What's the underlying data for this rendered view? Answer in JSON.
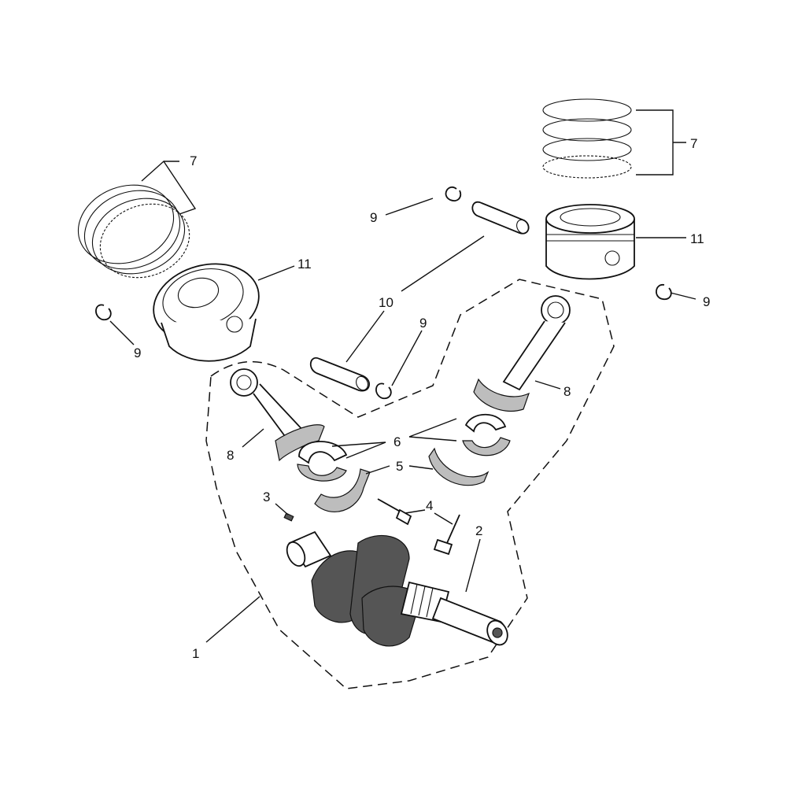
{
  "callouts": {
    "c1": "1",
    "c2": "2",
    "c3": "3",
    "c4": "4",
    "c5": "5",
    "c6": "6",
    "c7_left": "7",
    "c7_right": "7",
    "c8_left": "8",
    "c8_right": "8",
    "c9_a": "9",
    "c9_b": "9",
    "c9_c": "9",
    "c9_d": "9",
    "c10": "10",
    "c11_left": "11",
    "c11_right": "11"
  }
}
